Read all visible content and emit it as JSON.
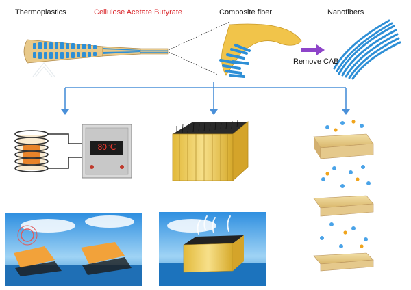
{
  "labels": {
    "thermoplastics": "Thermoplastics",
    "cab": "Cellulose Acetate Butyrate",
    "composite": "Composite fiber",
    "nanofibers": "Nanofibers",
    "remove": "Remove CAB",
    "temperature": "80℃"
  },
  "colors": {
    "fiber_blue": "#2e8fd6",
    "matrix_tan": "#e8c98a",
    "cab_red": "#d9262b",
    "arrow_purple": "#8e44c9",
    "connector_blue": "#4a90d9"
  }
}
